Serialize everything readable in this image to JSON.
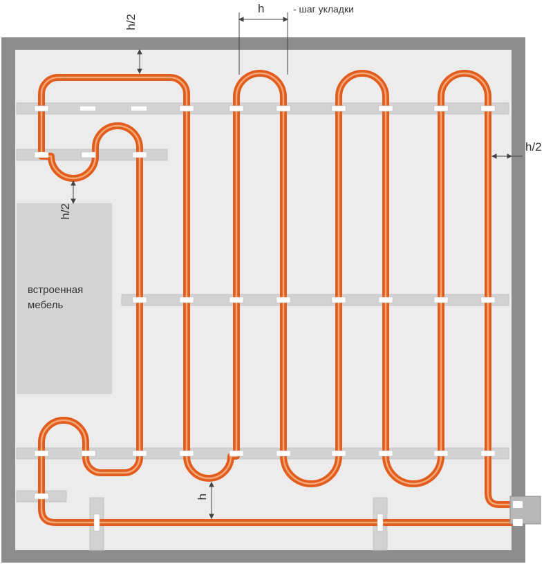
{
  "labels": {
    "h_top": "h",
    "h_half_top": "h/2",
    "step_note": "- шаг укладки",
    "h_half_right": "h/2",
    "h_half_left": "h/2",
    "h_bottom": "h",
    "furniture_line1": "встроенная",
    "furniture_line2": "мебель"
  },
  "colors": {
    "wall": "#8d8d8d",
    "floor": "#ececec",
    "furniture": "#d4d4d4",
    "rail": "#d2d2d2",
    "pipe": "#e25d1d",
    "pipe_inner": "#f4a876",
    "clip": "#ffffff",
    "dimension": "#444444"
  }
}
